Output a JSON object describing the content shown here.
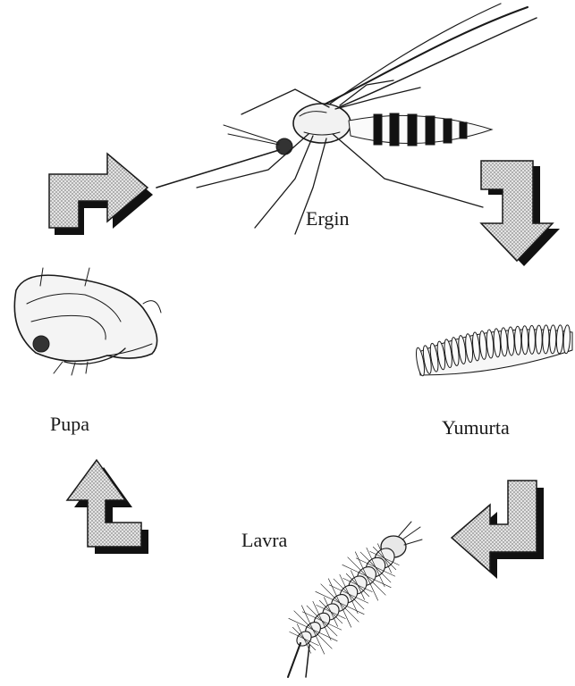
{
  "stages": {
    "adult": {
      "label": "Ergin"
    },
    "egg": {
      "label": "Yumurta"
    },
    "larva": {
      "label": "Lavra"
    },
    "pupa": {
      "label": "Pupa"
    }
  },
  "colors": {
    "ink": "#1a1a1a",
    "arrow_fill": "#cfcfcf",
    "arrow_shadow": "#111111",
    "background": "#ffffff"
  }
}
